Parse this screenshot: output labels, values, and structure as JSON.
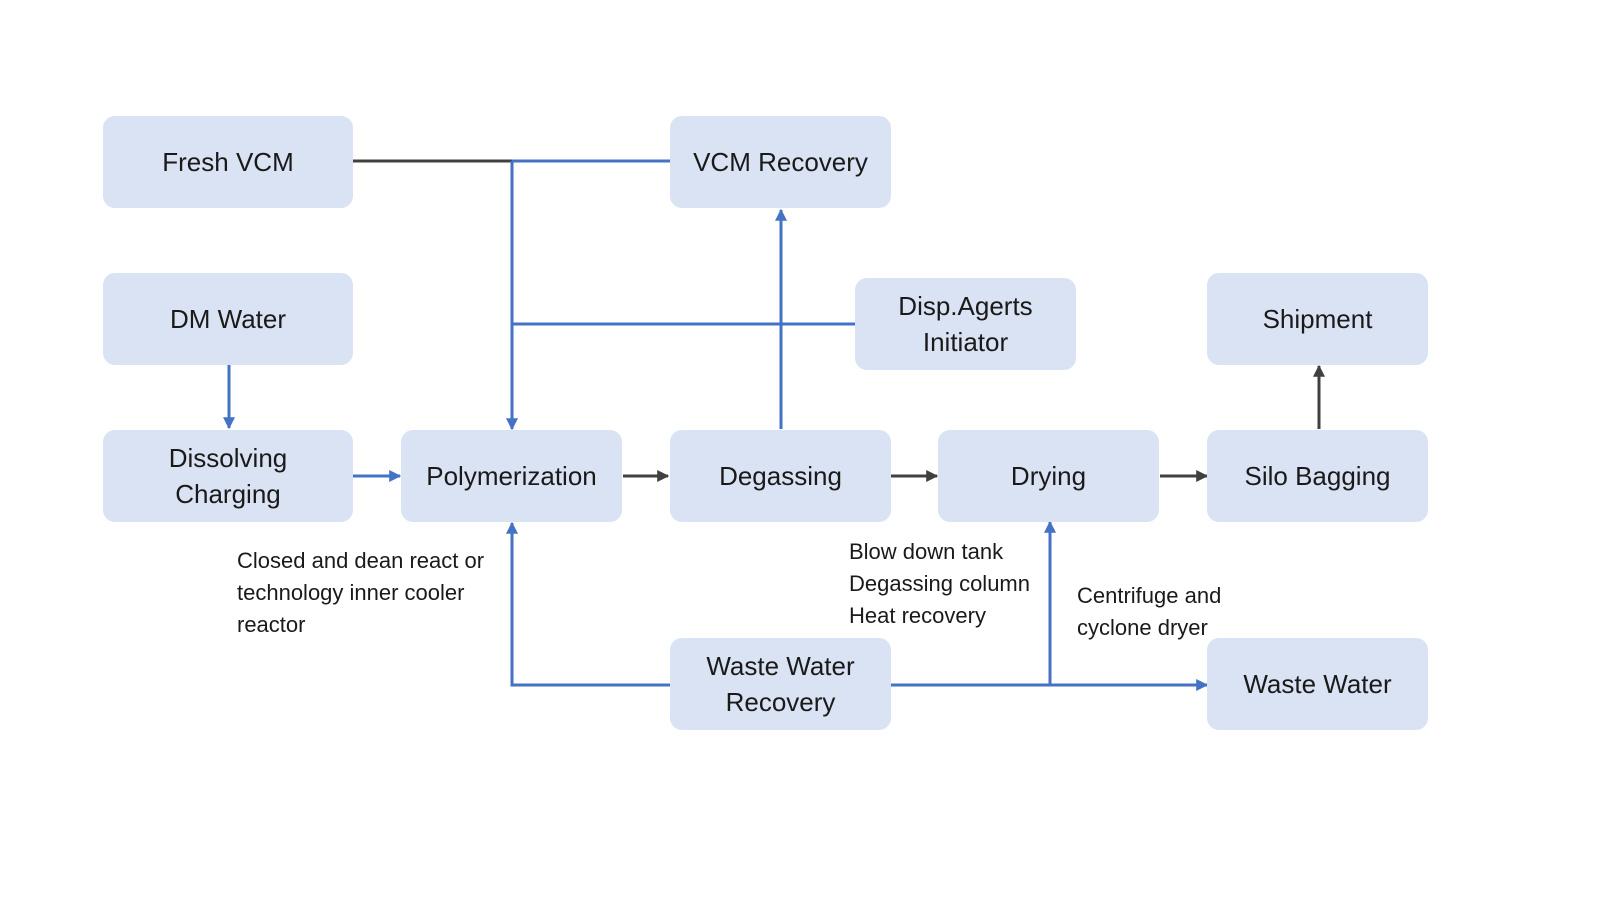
{
  "colors": {
    "box_fill": "#dae3f3",
    "blue_flow": "#4472c4",
    "dark_flow": "#404040",
    "text": "#1a1a1a"
  },
  "nodes": {
    "fresh_vcm": [
      "Fresh VCM"
    ],
    "vcm_recovery": [
      "VCM Recovery"
    ],
    "dm_water": [
      "DM Water"
    ],
    "disp_agents": [
      "Disp.Agerts",
      "Initiator"
    ],
    "shipment": [
      "Shipment"
    ],
    "dissolving": [
      "Dissolving",
      "Charging"
    ],
    "polymerization": [
      "Polymerization"
    ],
    "degassing": [
      "Degassing"
    ],
    "drying": [
      "Drying"
    ],
    "silo_bagging": [
      "Silo Bagging"
    ],
    "waste_water_recovery": [
      "Waste Water",
      "Recovery"
    ],
    "waste_water": [
      "Waste Water"
    ]
  },
  "notes": {
    "polymerization_note": [
      "Closed and dean react or",
      "technology inner cooler",
      "reactor"
    ],
    "degassing_note": [
      "Blow down tank",
      "Degassing column",
      "Heat recovery"
    ],
    "drying_note": [
      "Centrifuge and",
      "cyclone dryer"
    ]
  }
}
